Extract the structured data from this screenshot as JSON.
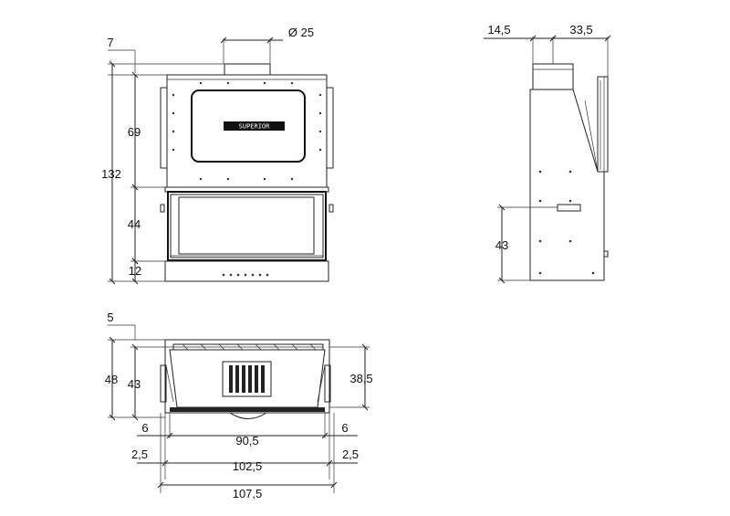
{
  "front_view": {
    "dims": {
      "top_offset": "7",
      "flue_diameter": "Ø 25",
      "upper_height": "69",
      "total_height": "132",
      "glass_height": "44",
      "base_height": "12"
    },
    "brand_label": "SUPERIOR"
  },
  "side_view": {
    "dims": {
      "flue_offset": "14,5",
      "flue_to_back": "33,5",
      "vent_height": "43"
    }
  },
  "plan_view": {
    "dims": {
      "front_offset": "5",
      "total_depth": "48",
      "inner_depth": "43",
      "right_depth": "38,5",
      "left_margin": "6",
      "right_margin": "6",
      "inner_width": "90,5",
      "side_left": "2,5",
      "side_right": "2,5",
      "body_width": "102,5",
      "total_width": "107,5"
    }
  }
}
